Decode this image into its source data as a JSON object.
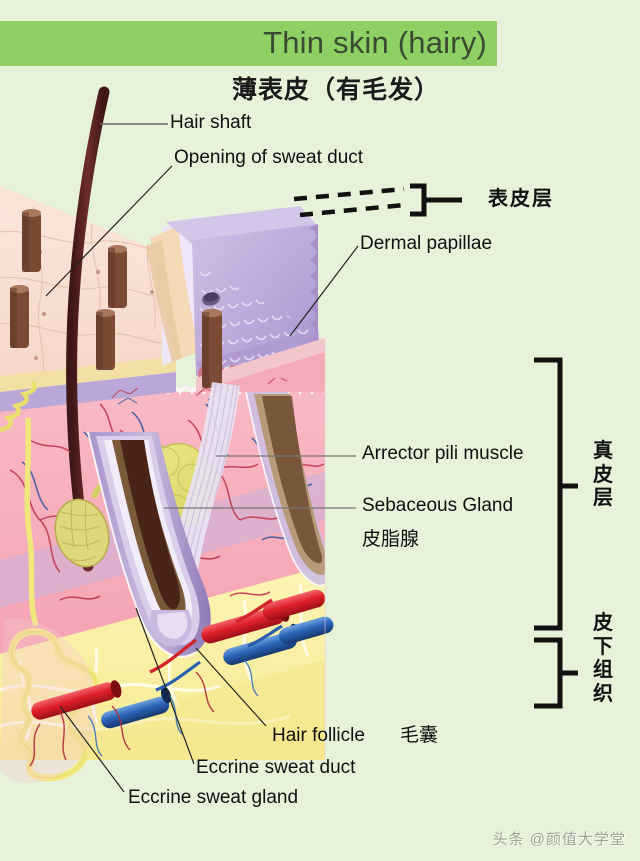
{
  "title": {
    "english": "Thin skin (hairy)",
    "chinese": "薄表皮（有毛发）"
  },
  "labels": {
    "hair_shaft": "Hair shaft",
    "opening_of_sweat_duct": "Opening of sweat duct",
    "dermal_papillae": "Dermal papillae",
    "arrector_pili_muscle": "Arrector pili muscle",
    "sebaceous_gland_en": "Sebaceous Gland",
    "sebaceous_gland_zh": "皮脂腺",
    "hair_follicle_en": "Hair follicle",
    "hair_follicle_zh": "毛囊",
    "eccrine_sweat_duct": "Eccrine sweat duct",
    "eccrine_sweat_gland": "Eccrine sweat gland"
  },
  "layers": {
    "epidermis_zh": "表皮层",
    "dermis_zh": [
      "真",
      "皮",
      "层"
    ],
    "subcutaneous_zh": [
      "皮",
      "下",
      "组",
      "织"
    ]
  },
  "watermark": "头条 @颜值大学堂",
  "colors": {
    "background": "#e6f2da",
    "title_bar": "#8ed063",
    "title_text": "#3b4a32",
    "label_text": "#111111",
    "epidermis_purple": "#b9a7d8",
    "dermis_pink": "#f4a8b4",
    "fat_yellow": "#f7efa8",
    "artery_red": "#e8333a",
    "vein_blue": "#2f6fc4",
    "hair_brown": "#5c2424",
    "gland_yellow": "#e6e37a"
  }
}
